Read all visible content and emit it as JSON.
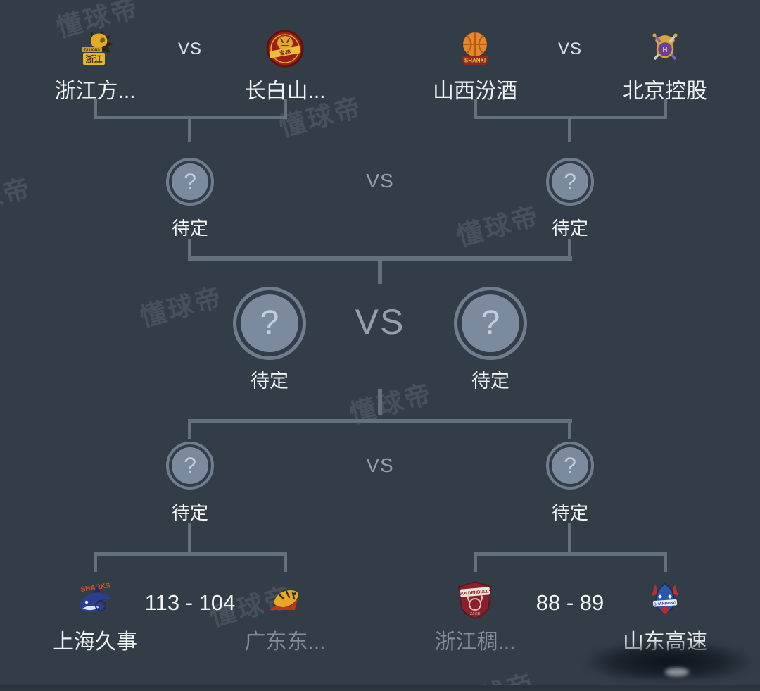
{
  "watermark": {
    "text": "懂球帝"
  },
  "theme": {
    "background": "#333D47",
    "bracket_line": "#64717D",
    "circle_ring": "#6F7E8E",
    "circle_fill": "#7B8A9D",
    "question_mark": "#C2CEDC",
    "text_primary": "#EFF2F4",
    "text_loser": "#828D98",
    "vs_muted": "#95A0AB",
    "footer_strip": "#2B333D"
  },
  "bracket": {
    "round1_top": [
      {
        "vs": "VS",
        "home": {
          "name": "浙江方...",
          "logo": "zhejiang-lions-logo"
        },
        "away": {
          "name": "长白山...",
          "logo": "jilin-tigers-logo"
        }
      },
      {
        "vs": "VS",
        "home": {
          "name": "山西汾酒",
          "logo": "shanxi-loongs-logo"
        },
        "away": {
          "name": "北京控股",
          "logo": "beijing-royal-logo"
        }
      }
    ],
    "semifinal_top": {
      "vs": "VS",
      "left": {
        "mark": "?",
        "label": "待定"
      },
      "right": {
        "mark": "?",
        "label": "待定"
      }
    },
    "final": {
      "vs": "VS",
      "left": {
        "mark": "?",
        "label": "待定"
      },
      "right": {
        "mark": "?",
        "label": "待定"
      }
    },
    "semifinal_bottom": {
      "vs": "VS",
      "left": {
        "mark": "?",
        "label": "待定"
      },
      "right": {
        "mark": "?",
        "label": "待定"
      }
    },
    "round1_bottom": [
      {
        "score": "113 - 104",
        "home": {
          "name": "上海久事",
          "logo": "shanghai-sharks-logo",
          "result": "win"
        },
        "away": {
          "name": "广东东...",
          "logo": "guangdong-tigers-logo",
          "result": "loss"
        }
      },
      {
        "score": "88 - 89",
        "home": {
          "name": "浙江稠...",
          "logo": "zhejiang-goldenbulls-logo",
          "result": "loss"
        },
        "away": {
          "name": "山东高速",
          "logo": "shandong-hispeed-logo",
          "result": "win"
        }
      }
    ]
  }
}
